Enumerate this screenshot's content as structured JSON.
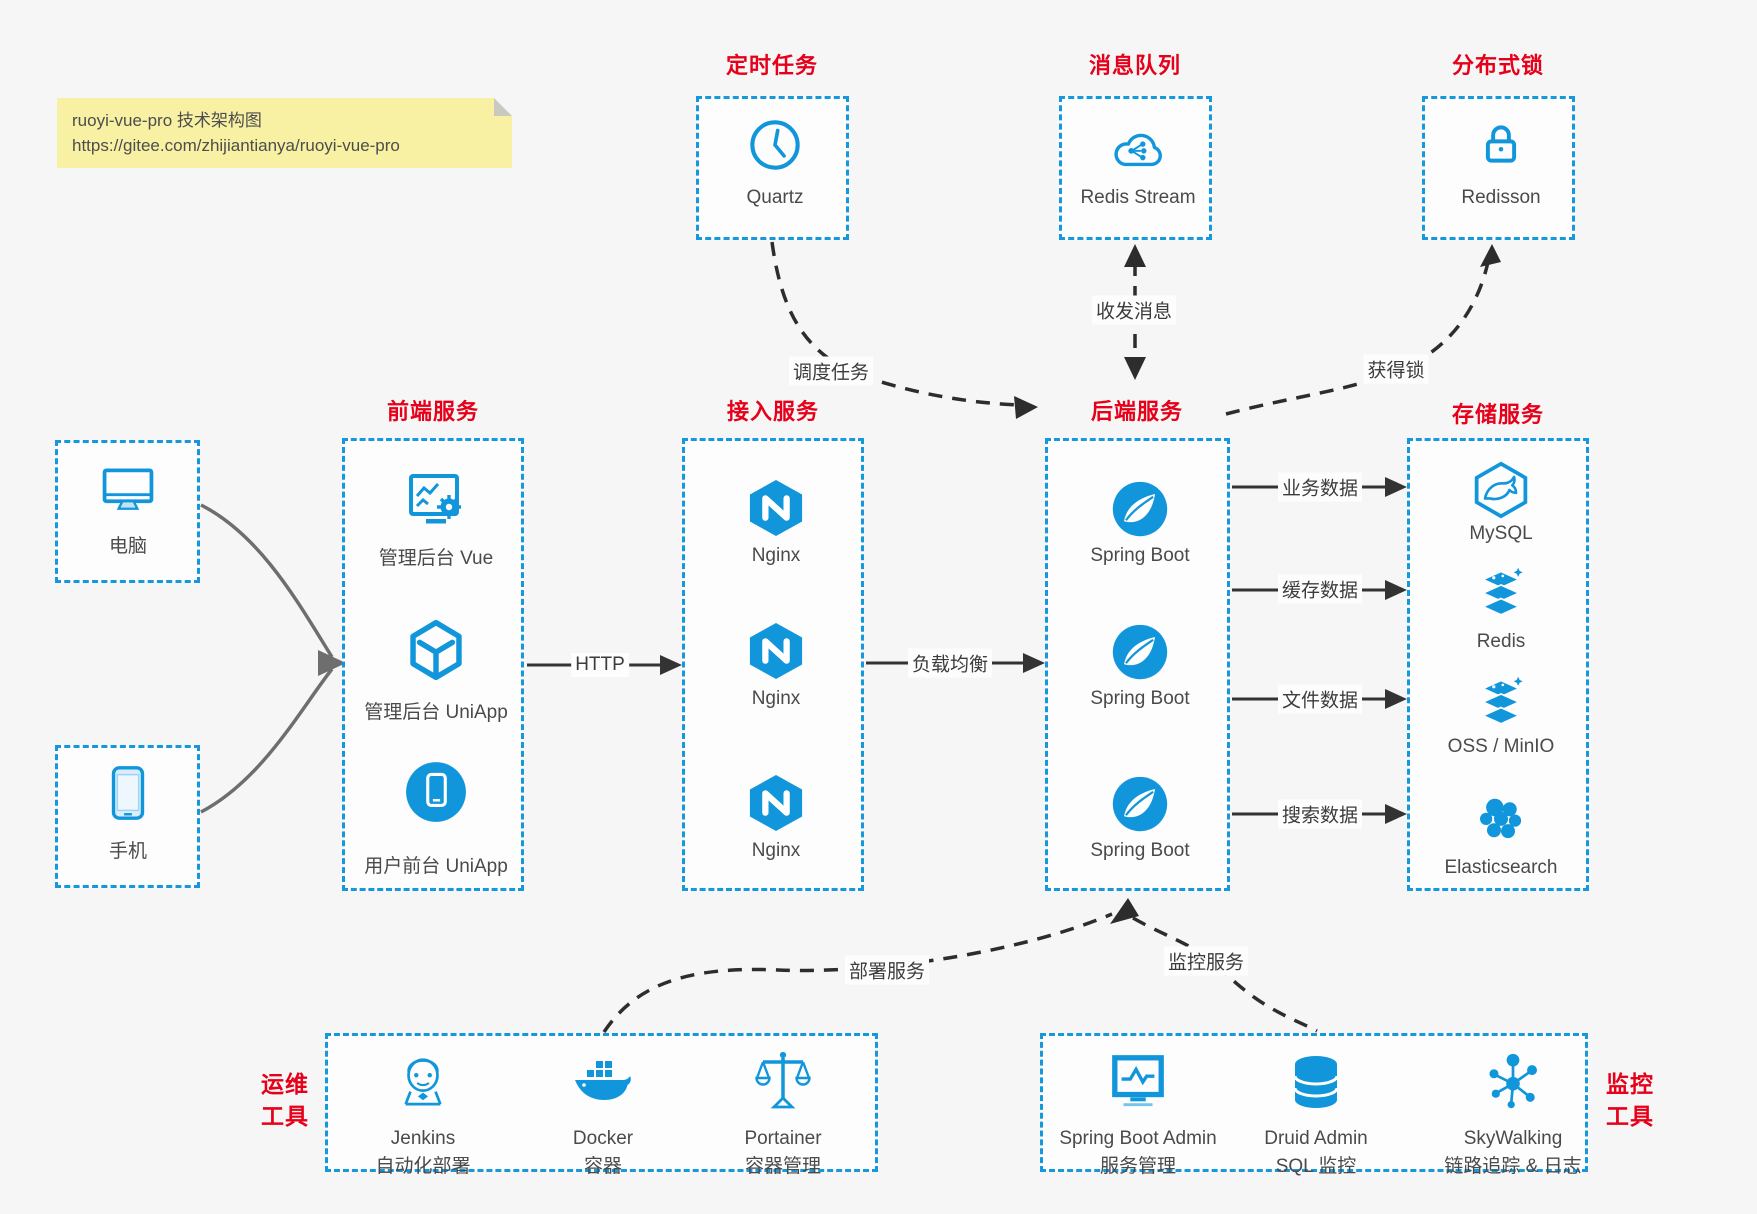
{
  "colors": {
    "blue": "#1296db",
    "red": "#e60019",
    "ink": "#4a4a4a",
    "note_bg": "#f8f0a3"
  },
  "note": {
    "title": "ruoyi-vue-pro 技术架构图",
    "url": "https://gitee.com/zhijiantianya/ruoyi-vue-pro"
  },
  "top": {
    "scheduler": {
      "title": "定时任务",
      "label": "Quartz",
      "icon": "clock-icon"
    },
    "mq": {
      "title": "消息队列",
      "label": "Redis Stream",
      "icon": "cloud-share-icon"
    },
    "lock": {
      "title": "分布式锁",
      "label": "Redisson",
      "icon": "lock-icon"
    }
  },
  "clients": {
    "pc": {
      "label": "电脑",
      "icon": "monitor-icon"
    },
    "mobile": {
      "label": "手机",
      "icon": "smartphone-icon"
    }
  },
  "frontend": {
    "title": "前端服务",
    "items": [
      {
        "label": "管理后台 Vue",
        "icon": "admin-dashboard-icon"
      },
      {
        "label": "管理后台 UniApp",
        "icon": "cube-icon"
      },
      {
        "label": "用户前台 UniApp",
        "icon": "mobile-app-icon"
      }
    ]
  },
  "access": {
    "title": "接入服务",
    "items": [
      {
        "label": "Nginx",
        "icon": "nginx-icon"
      },
      {
        "label": "Nginx",
        "icon": "nginx-icon"
      },
      {
        "label": "Nginx",
        "icon": "nginx-icon"
      }
    ]
  },
  "backend": {
    "title": "后端服务",
    "items": [
      {
        "label": "Spring Boot",
        "icon": "spring-icon"
      },
      {
        "label": "Spring Boot",
        "icon": "spring-icon"
      },
      {
        "label": "Spring Boot",
        "icon": "spring-icon"
      }
    ]
  },
  "storage": {
    "title": "存储服务",
    "items": [
      {
        "label": "MySQL",
        "icon": "mysql-icon"
      },
      {
        "label": "Redis",
        "icon": "layers-icon"
      },
      {
        "label": "OSS / MinIO",
        "icon": "layers-icon"
      },
      {
        "label": "Elasticsearch",
        "icon": "elasticsearch-icon"
      }
    ]
  },
  "ops": {
    "title_line1": "运维",
    "title_line2": "工具",
    "items": [
      {
        "name": "Jenkins",
        "desc": "自动化部署",
        "icon": "jenkins-icon"
      },
      {
        "name": "Docker",
        "desc": "容器",
        "icon": "docker-icon"
      },
      {
        "name": "Portainer",
        "desc": "容器管理",
        "icon": "scales-icon"
      }
    ]
  },
  "monitoring": {
    "title_line1": "监控",
    "title_line2": "工具",
    "items": [
      {
        "name": "Spring Boot Admin",
        "desc": "服务管理",
        "icon": "monitor-pulse-icon"
      },
      {
        "name": "Druid Admin",
        "desc": "SQL 监控",
        "icon": "database-icon"
      },
      {
        "name": "SkyWalking",
        "desc": "链路追踪 & 日志",
        "icon": "node-graph-icon"
      }
    ]
  },
  "edges": {
    "http": "HTTP",
    "lb": "负载均衡",
    "business": "业务数据",
    "cache": "缓存数据",
    "file": "文件数据",
    "search": "搜索数据",
    "schedule": "调度任务",
    "message": "收发消息",
    "lock": "获得锁",
    "deploy": "部署服务",
    "monitor": "监控服务"
  }
}
